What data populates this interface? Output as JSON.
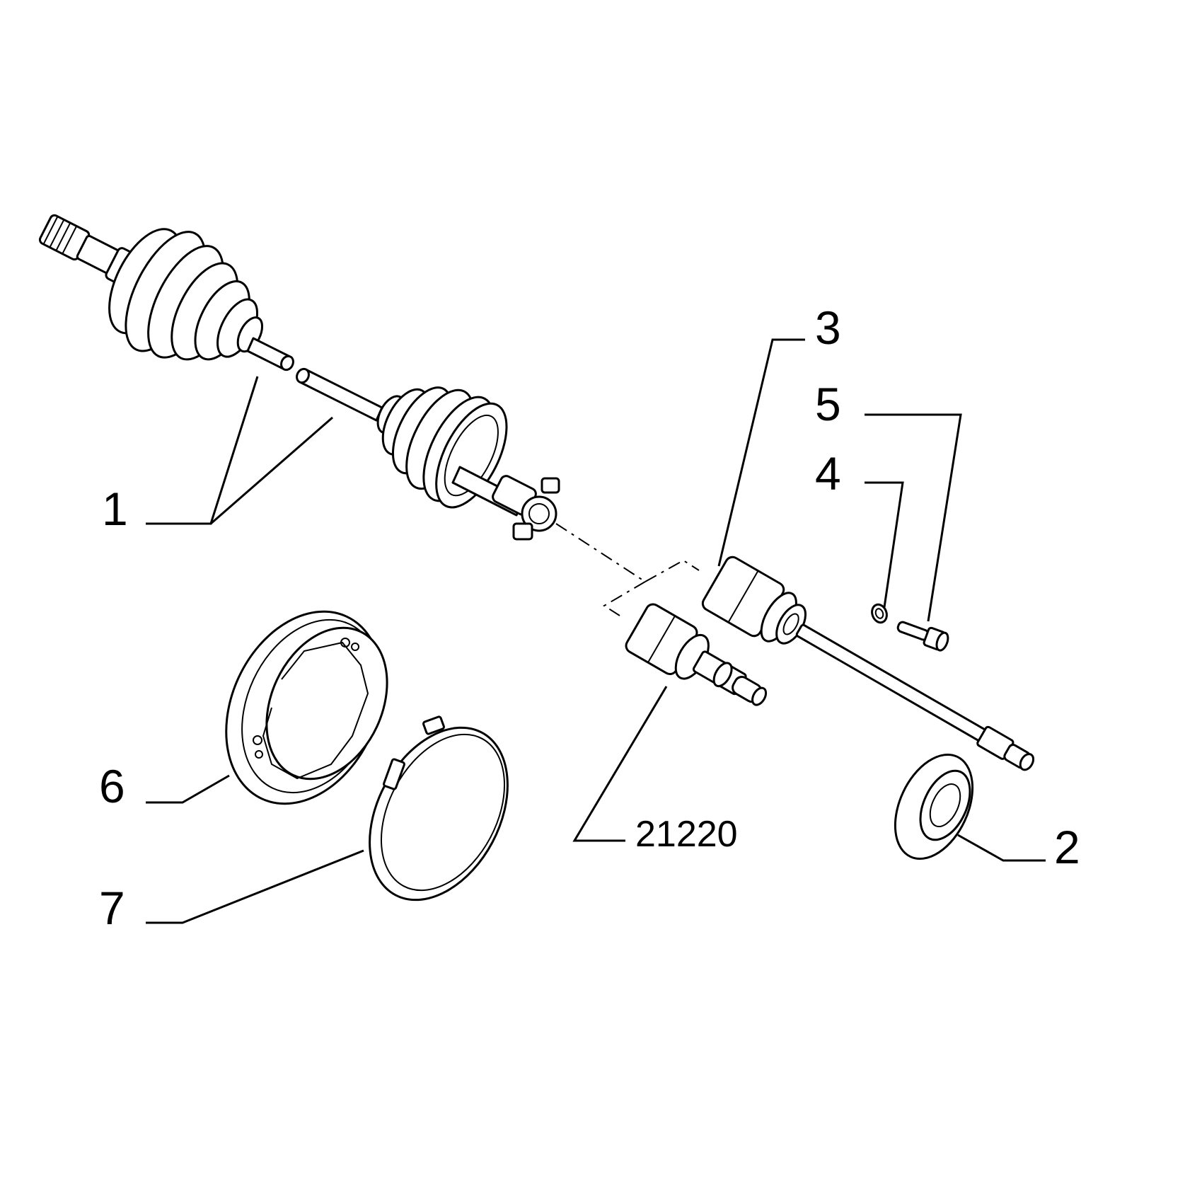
{
  "callouts": [
    {
      "id": "part-1",
      "label": "1"
    },
    {
      "id": "part-2",
      "label": "2"
    },
    {
      "id": "part-3",
      "label": "3"
    },
    {
      "id": "part-4",
      "label": "4"
    },
    {
      "id": "part-5",
      "label": "5"
    },
    {
      "id": "part-6",
      "label": "6"
    },
    {
      "id": "part-7",
      "label": "7"
    },
    {
      "id": "group-21220",
      "label": "21220"
    }
  ]
}
